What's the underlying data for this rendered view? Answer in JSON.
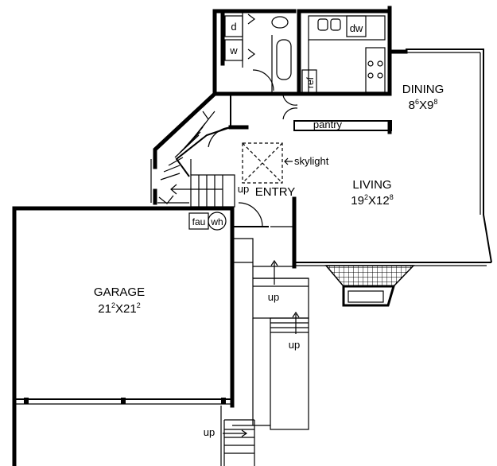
{
  "rooms": {
    "garage": {
      "name": "GARAGE",
      "dim": {
        "w": "21",
        "w_sup": "2",
        "x": "X",
        "h": "21",
        "h_sup": "2"
      }
    },
    "dining": {
      "name": "DINING",
      "dim": {
        "w": "8",
        "w_sup": "6",
        "x": "X",
        "h": "9",
        "h_sup": "8"
      }
    },
    "living": {
      "name": "LIVING",
      "dim": {
        "w": "19",
        "w_sup": "2",
        "x": "X",
        "h": "12",
        "h_sup": "8"
      }
    },
    "entry": {
      "name": "ENTRY"
    }
  },
  "fixtures": {
    "dryer": "d",
    "washer": "w",
    "dishwasher": "dw",
    "refrigerator": "ref",
    "pantry": "pantry",
    "furnace": "fau",
    "water_heater": "wh",
    "skylight": "skylight"
  },
  "stairs": {
    "entry_up": "up",
    "porch_up_1": "up",
    "porch_up_2": "up",
    "walk_up": "up"
  }
}
